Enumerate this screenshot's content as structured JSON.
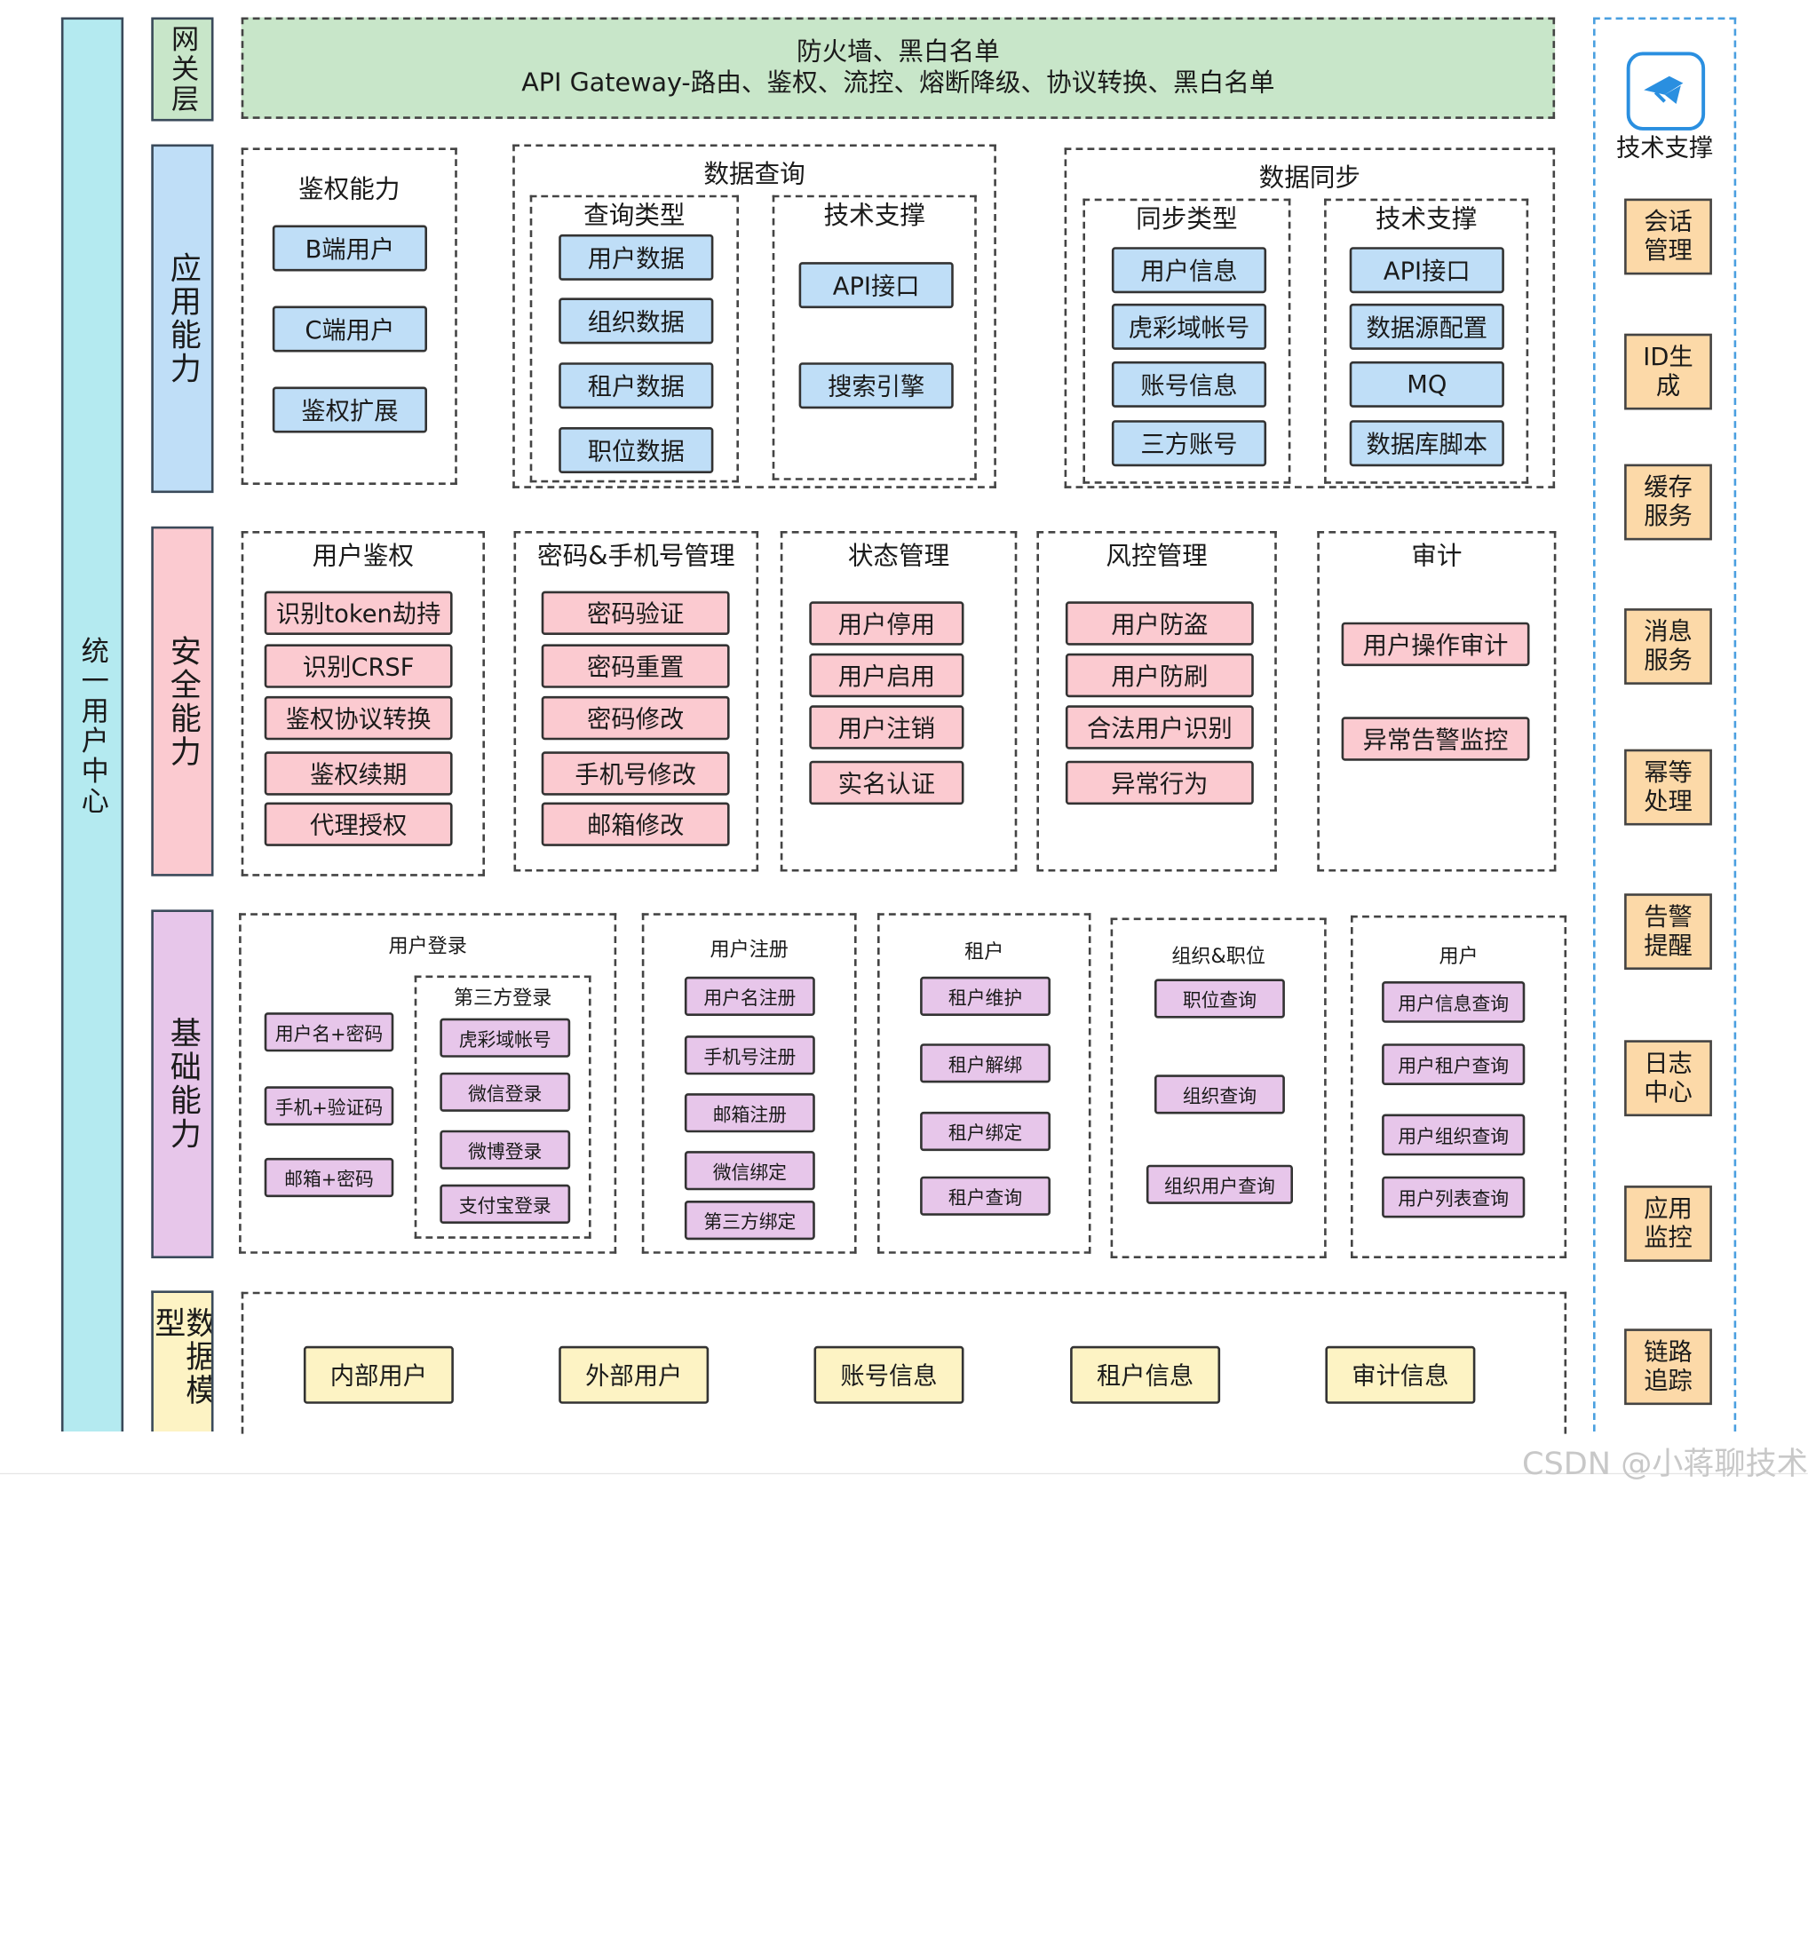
{
  "left_band": {
    "label": "统一用户中心"
  },
  "layers": {
    "gateway": "网关层",
    "app": "应用能力",
    "security": "安全能力",
    "base": "基础能力",
    "data": "数据模型"
  },
  "gateway": {
    "line1": "防火墙、黑白名单",
    "line2": "API Gateway-路由、鉴权、流控、熔断降级、协议转换、黑白名单"
  },
  "app": {
    "auth": {
      "title": "鉴权能力",
      "items": [
        "B端用户",
        "C端用户",
        "鉴权扩展"
      ]
    },
    "query": {
      "title": "数据查询",
      "types": {
        "title": "查询类型",
        "items": [
          "用户数据",
          "组织数据",
          "租户数据",
          "职位数据"
        ]
      },
      "tech": {
        "title": "技术支撑",
        "items": [
          "API接口",
          "搜索引擎"
        ]
      }
    },
    "sync": {
      "title": "数据同步",
      "types": {
        "title": "同步类型",
        "items": [
          "用户信息",
          "虎彩域帐号",
          "账号信息",
          "三方账号"
        ]
      },
      "tech": {
        "title": "技术支撑",
        "items": [
          "API接口",
          "数据源配置",
          "MQ",
          "数据库脚本"
        ]
      }
    }
  },
  "security": {
    "user_auth": {
      "title": "用户鉴权",
      "items": [
        "识别token劫持",
        "识别CRSF",
        "鉴权协议转换",
        "鉴权续期",
        "代理授权"
      ]
    },
    "password": {
      "title": "密码&手机号管理",
      "items": [
        "密码验证",
        "密码重置",
        "密码修改",
        "手机号修改",
        "邮箱修改"
      ]
    },
    "state": {
      "title": "状态管理",
      "items": [
        "用户停用",
        "用户启用",
        "用户注销",
        "实名认证"
      ]
    },
    "risk": {
      "title": "风控管理",
      "items": [
        "用户防盗",
        "用户防刷",
        "合法用户识别",
        "异常行为"
      ]
    },
    "audit": {
      "title": "审计",
      "items": [
        "用户操作审计",
        "异常告警监控"
      ]
    }
  },
  "base": {
    "login": {
      "title": "用户登录",
      "items": [
        "用户名+密码",
        "手机+验证码",
        "邮箱+密码"
      ],
      "third": {
        "title": "第三方登录",
        "items": [
          "虎彩域帐号",
          "微信登录",
          "微博登录",
          "支付宝登录"
        ]
      }
    },
    "register": {
      "title": "用户注册",
      "items": [
        "用户名注册",
        "手机号注册",
        "邮箱注册",
        "微信绑定",
        "第三方绑定"
      ]
    },
    "tenant": {
      "title": "租户",
      "items": [
        "租户维护",
        "租户解绑",
        "租户绑定",
        "租户查询"
      ]
    },
    "org": {
      "title": "组织&职位",
      "items": [
        "职位查询",
        "组织查询",
        "组织用户查询"
      ]
    },
    "user": {
      "title": "用户",
      "items": [
        "用户信息查询",
        "用户租户查询",
        "用户组织查询",
        "用户列表查询"
      ]
    }
  },
  "data_model": {
    "items": [
      "内部用户",
      "外部用户",
      "账号信息",
      "租户信息",
      "审计信息"
    ]
  },
  "tech_support": {
    "title": "技术支撑",
    "icon": "logo-icon",
    "items": [
      "会话\n管理",
      "ID生\n成",
      "缓存\n服务",
      "消息\n服务",
      "幂等\n处理",
      "告警\n提醒",
      "日志\n中心",
      "应用\n监控",
      "链路\n追踪"
    ]
  },
  "watermark": "CSDN @小蒋聊技术"
}
